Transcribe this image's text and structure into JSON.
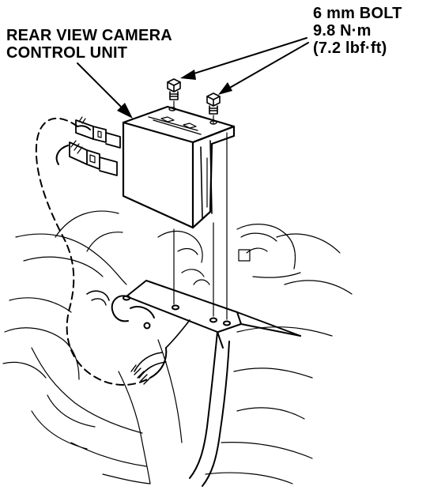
{
  "diagram": {
    "camera_unit_label": {
      "line1": "REAR VIEW CAMERA",
      "line2": "CONTROL UNIT"
    },
    "bolt_label": {
      "line1": "6 mm BOLT",
      "line2": "9.8 N·m",
      "line3": "(7.2 lbf·ft)"
    },
    "colors": {
      "ink": "#000000",
      "paper": "#ffffff"
    }
  }
}
